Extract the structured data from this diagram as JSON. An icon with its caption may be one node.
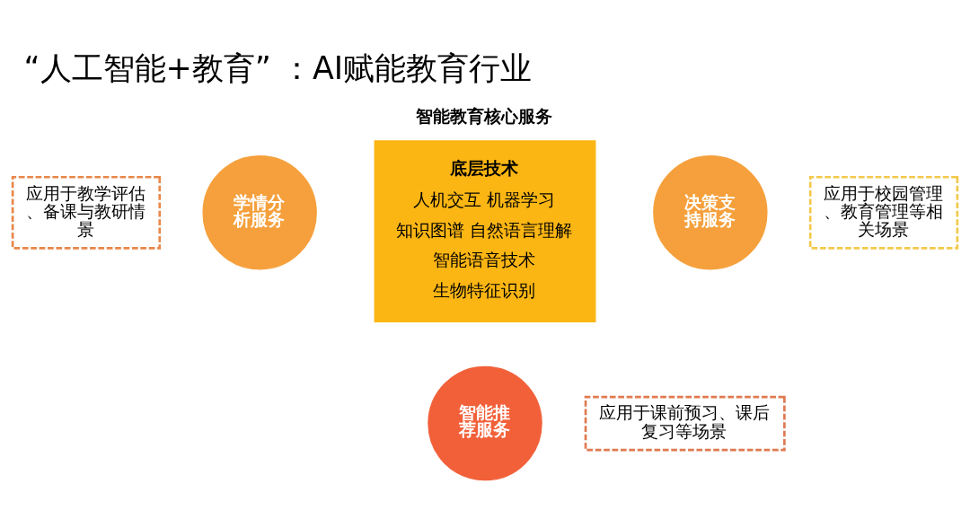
{
  "diagram": {
    "title": "“人工智能+教育” ：AI赋能教育行业",
    "nodes": [
      {
        "text": [
          "应用于教学评估、备课与教研情景"
        ]
      },
      {
        "text": [
          "学情分析服务"
        ]
      },
      {
        "text": [
          "智能教育核心服务",
          "底层技术",
          "人机交互 机器学习",
          "知识图谱 自然语言理解",
          "智能语音技术",
          "生物特征识别"
        ]
      },
      {
        "text": [
          "决策支持服务"
        ]
      },
      {
        "text": [
          "应用于校园管理、教育管理等相关场景"
        ]
      },
      {
        "text": [
          "智能推荐服务"
        ]
      },
      {
        "text": [
          "应用于课前预习、课后复习等场景"
        ]
      }
    ]
  }
}
